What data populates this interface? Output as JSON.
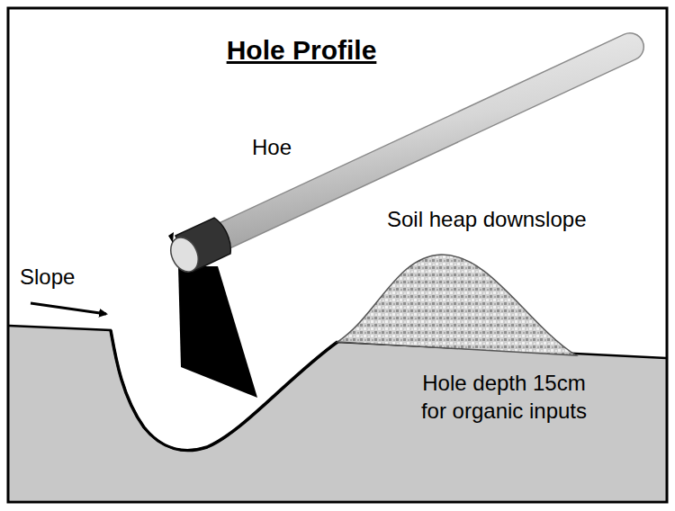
{
  "diagram": {
    "title": "Hole Profile",
    "labels": [
      "Hoe",
      "Slope",
      "Soil heap downslope",
      "Hole depth 15cm for organic inputs"
    ]
  }
}
